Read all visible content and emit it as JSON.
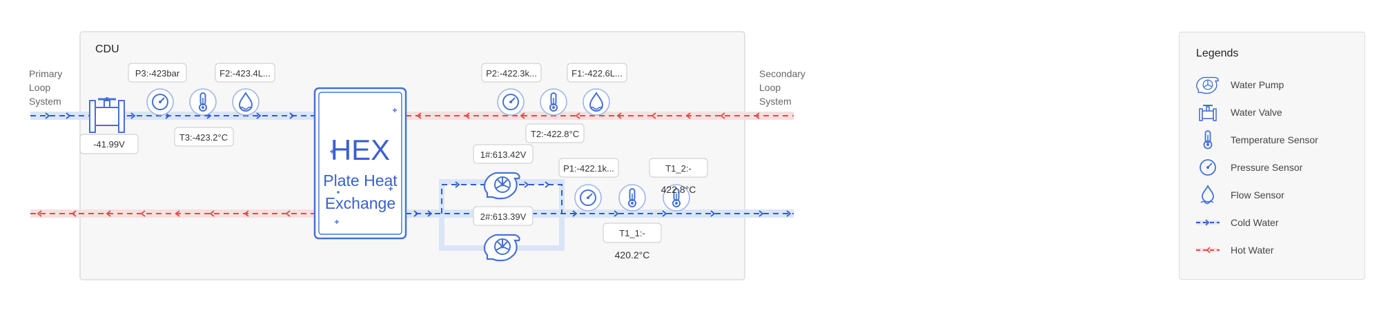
{
  "cdu": {
    "title": "CDU"
  },
  "primary_loop": {
    "line1": "Primary",
    "line2": "Loop",
    "line3": "System"
  },
  "secondary_loop": {
    "line1": "Secondary",
    "line2": "Loop",
    "line3": "System"
  },
  "hex": {
    "title": "HEX",
    "line1": "Plate Heat",
    "line2": "Exchange"
  },
  "sensors": {
    "p3": "P3:-423bar",
    "f2": "F2:-423.4L...",
    "t3": "T3:-423.2°C",
    "valve": "-41.99V",
    "p2": "P2:-422.3k...",
    "f1": "F1:-422.6L...",
    "t2": "T2:-422.8°C",
    "pump1": "1#:613.42V",
    "pump2": "2#:613.39V",
    "p1": "P1:-422.1k...",
    "t1_1_label": "T1_1:-",
    "t1_1_value": "420.2°C",
    "t1_2_label": "T1_2:-",
    "t1_2_value": "422.8°C"
  },
  "legend": {
    "title": "Legends",
    "items": [
      {
        "label": "Water Pump",
        "icon": "water-pump-icon"
      },
      {
        "label": "Water Valve",
        "icon": "water-valve-icon"
      },
      {
        "label": "Temperature Sensor",
        "icon": "thermometer-icon"
      },
      {
        "label": "Pressure Sensor",
        "icon": "gauge-icon"
      },
      {
        "label": "Flow Sensor",
        "icon": "water-drop-icon"
      },
      {
        "label": "Cold Water",
        "icon": "cold-water-line"
      },
      {
        "label": "Hot Water",
        "icon": "hot-water-line"
      }
    ]
  },
  "colors": {
    "cold": "#2d5bd4",
    "hot": "#e04a4a",
    "icon": "#4470d6",
    "panel_border": "#dcdcdc",
    "panel_bg": "#f7f7f8"
  }
}
